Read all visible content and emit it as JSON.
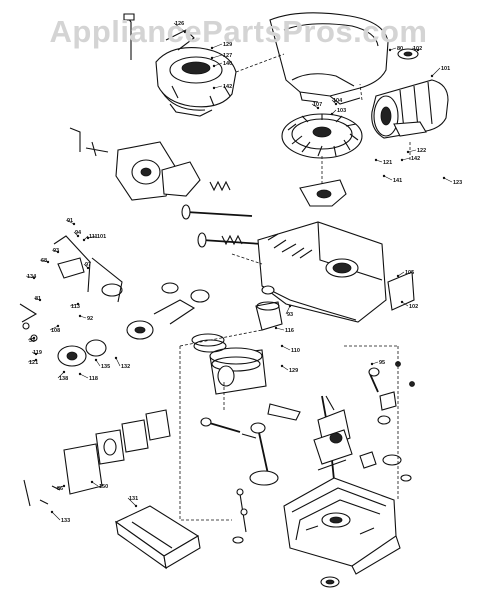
{
  "watermark": "AppliancePartsPros.com",
  "callouts": [
    "126",
    "129",
    "127",
    "140",
    "142",
    "80",
    "102",
    "101",
    "107",
    "104",
    "103",
    "121",
    "122",
    "123",
    "141",
    "142",
    "105",
    "91",
    "101",
    "94",
    "111",
    "93",
    "68",
    "134",
    "97",
    "81",
    "102",
    "113",
    "92",
    "108",
    "116",
    "110",
    "129",
    "118",
    "119",
    "121",
    "33",
    "138",
    "135",
    "132",
    "95",
    "86",
    "131",
    "150",
    "133",
    "93"
  ]
}
